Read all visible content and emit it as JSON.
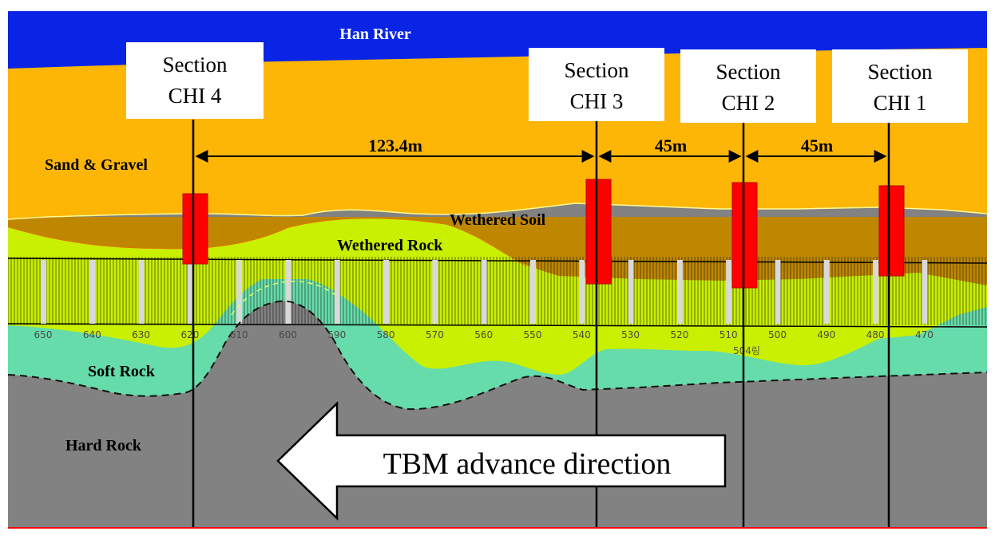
{
  "layers": {
    "river": "Han River",
    "sand": "Sand & Gravel",
    "wsoil": "Wethered Soil",
    "wrock": "Wethered Rock",
    "soft": "Soft Rock",
    "hard": "Hard Rock"
  },
  "sections": [
    {
      "line1": "Section",
      "line2": "CHI 4"
    },
    {
      "line1": "Section",
      "line2": "CHI 3"
    },
    {
      "line1": "Section",
      "line2": "CHI 2"
    },
    {
      "line1": "Section",
      "line2": "CHI 1"
    }
  ],
  "distances": [
    "123.4m",
    "45m",
    "45m"
  ],
  "ring_labels": [
    "650",
    "640",
    "630",
    "620",
    "610",
    "600",
    "590",
    "580",
    "570",
    "560",
    "550",
    "540",
    "530",
    "520",
    "510",
    "500",
    "490",
    "480",
    "470"
  ],
  "ring_note": "504링",
  "arrow_label": "TBM advance direction",
  "colors": {
    "river": "#0a24e6",
    "sand": "#fdb606",
    "weathered_soil": "#bf8700",
    "weathered_rock": "#c8f000",
    "soft_rock": "#66dcaa",
    "hard_rock": "#828282",
    "box": "#ff0000"
  }
}
